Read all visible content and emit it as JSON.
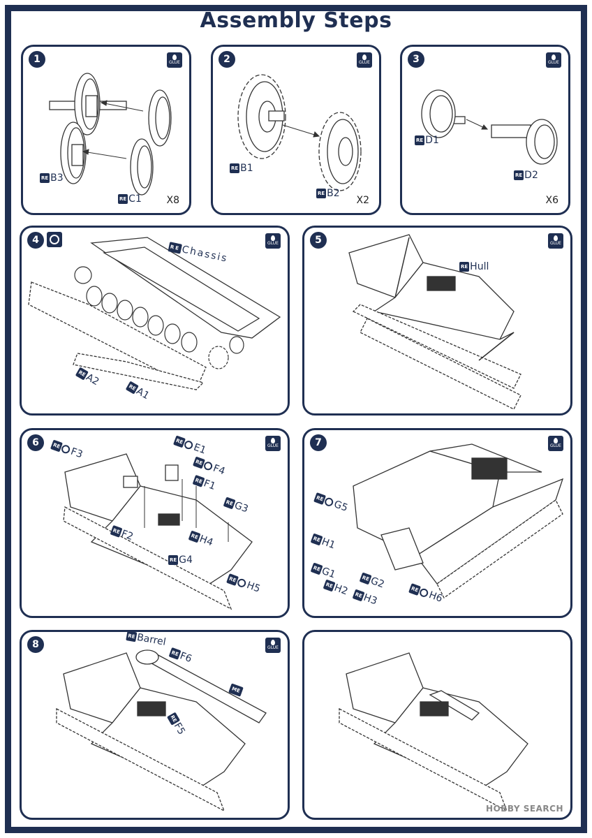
{
  "page": {
    "title": "Assembly Steps",
    "watermark": "HOBBY SEARCH",
    "colors": {
      "navy": "#1f2f52"
    }
  },
  "glue_icon": "glue-bottle-icon",
  "glue_label": "GLUE",
  "re_label": "RE",
  "me_label": "ME",
  "steps": [
    {
      "num": "1",
      "mult": "X8",
      "parts": [
        "B3",
        "C1"
      ]
    },
    {
      "num": "2",
      "mult": "X2",
      "parts": [
        "B1",
        "B2"
      ]
    },
    {
      "num": "3",
      "mult": "X6",
      "parts": [
        "D1",
        "D2"
      ]
    },
    {
      "num": "4",
      "parts": [
        "Chassis",
        "A2",
        "A1"
      ]
    },
    {
      "num": "5",
      "parts": [
        "Hull"
      ]
    },
    {
      "num": "6",
      "parts": [
        "F3",
        "E1",
        "F4",
        "F1",
        "G3",
        "F2",
        "H4",
        "G4",
        "H5"
      ]
    },
    {
      "num": "7",
      "parts": [
        "G5",
        "H1",
        "G1",
        "H2",
        "G2",
        "H3",
        "H6"
      ]
    },
    {
      "num": "8",
      "parts": [
        "Barrel",
        "F6",
        "F5"
      ]
    },
    {
      "num": ""
    }
  ]
}
